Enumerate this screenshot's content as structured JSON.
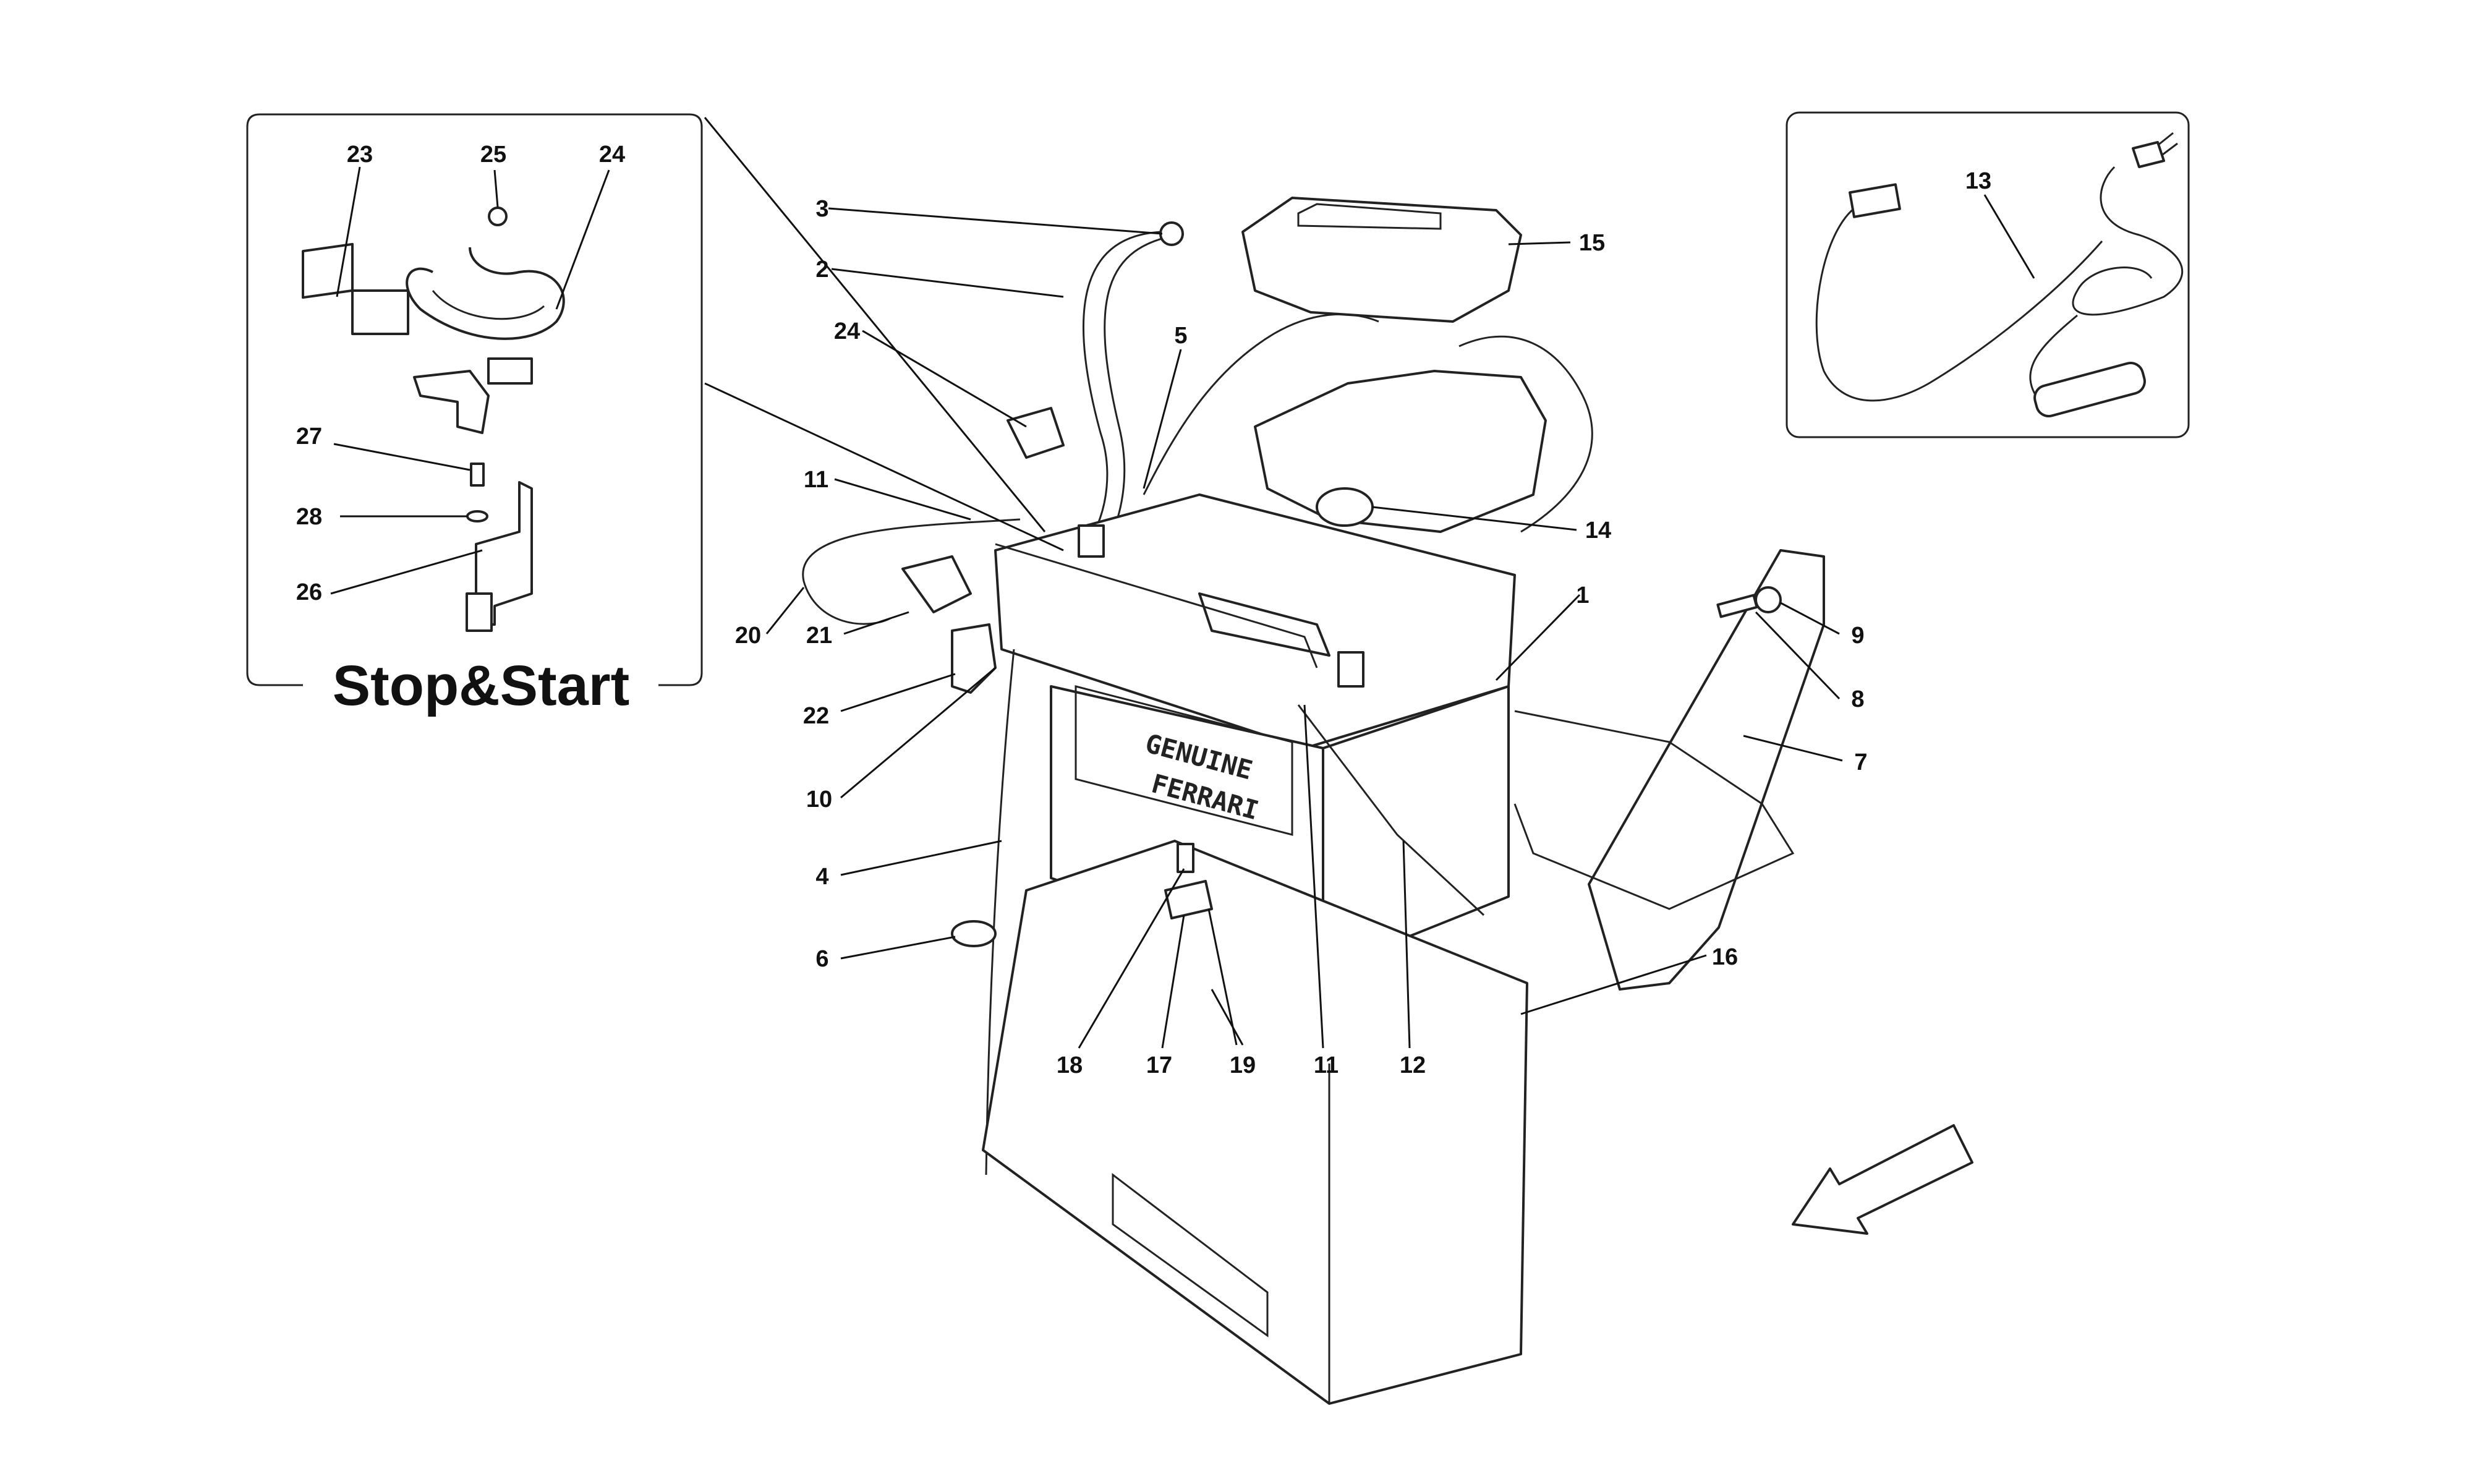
{
  "inset_stop_start": {
    "title": "Stop&Start",
    "callouts": [
      "23",
      "25",
      "24",
      "27",
      "28",
      "26"
    ]
  },
  "inset_charger": {
    "callouts": [
      "13"
    ]
  },
  "main": {
    "callouts": [
      "3",
      "2",
      "24",
      "5",
      "15",
      "11",
      "14",
      "1",
      "20",
      "21",
      "22",
      "10",
      "9",
      "8",
      "7",
      "4",
      "6",
      "16",
      "18",
      "17",
      "19",
      "11",
      "12"
    ]
  },
  "battery_label": {
    "line1": "GENUINE",
    "line2": "FERRARI"
  },
  "direction_arrow": {
    "icon": "arrow-down-left-icon"
  }
}
